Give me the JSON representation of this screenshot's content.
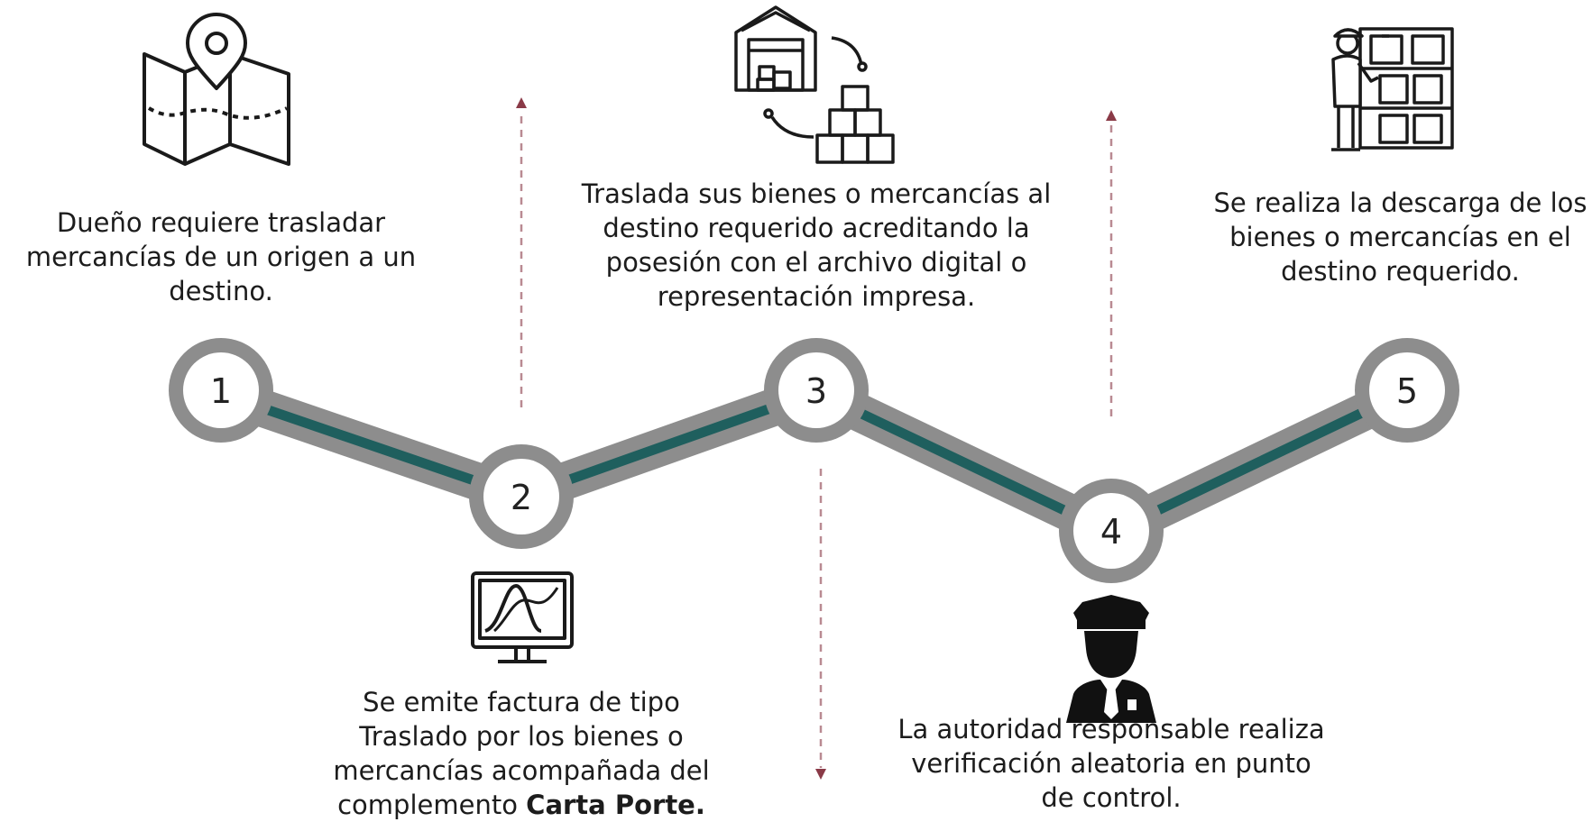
{
  "steps": [
    {
      "number": "1",
      "text": "Dueño requiere trasladar mercancías de un origen a un destino.",
      "icon": "map-pin-icon"
    },
    {
      "number": "2",
      "text": "Se emite factura de tipo Traslado por los bienes o mercancías acompañada del complemento",
      "text_bold": "Carta Porte.",
      "icon": "monitor-chart-icon"
    },
    {
      "number": "3",
      "text": "Traslada sus bienes o mercancías al destino requerido acreditando la posesión con el archivo digital o representación impresa.",
      "icon": "warehouse-boxes-icon"
    },
    {
      "number": "4",
      "text": "La autoridad responsable realiza verificación aleatoria en punto de control.",
      "icon": "police-officer-icon"
    },
    {
      "number": "5",
      "text": "Se realiza la descarga de los bienes o mercancías en el destino requerido.",
      "icon": "worker-shelves-icon"
    }
  ],
  "colors": {
    "track_gray": "#8d8d8d",
    "track_teal": "#1f5f5e",
    "arrow_dashed": "#b98a92",
    "arrow_head": "#8a3a47",
    "text": "#1c1c1c"
  }
}
